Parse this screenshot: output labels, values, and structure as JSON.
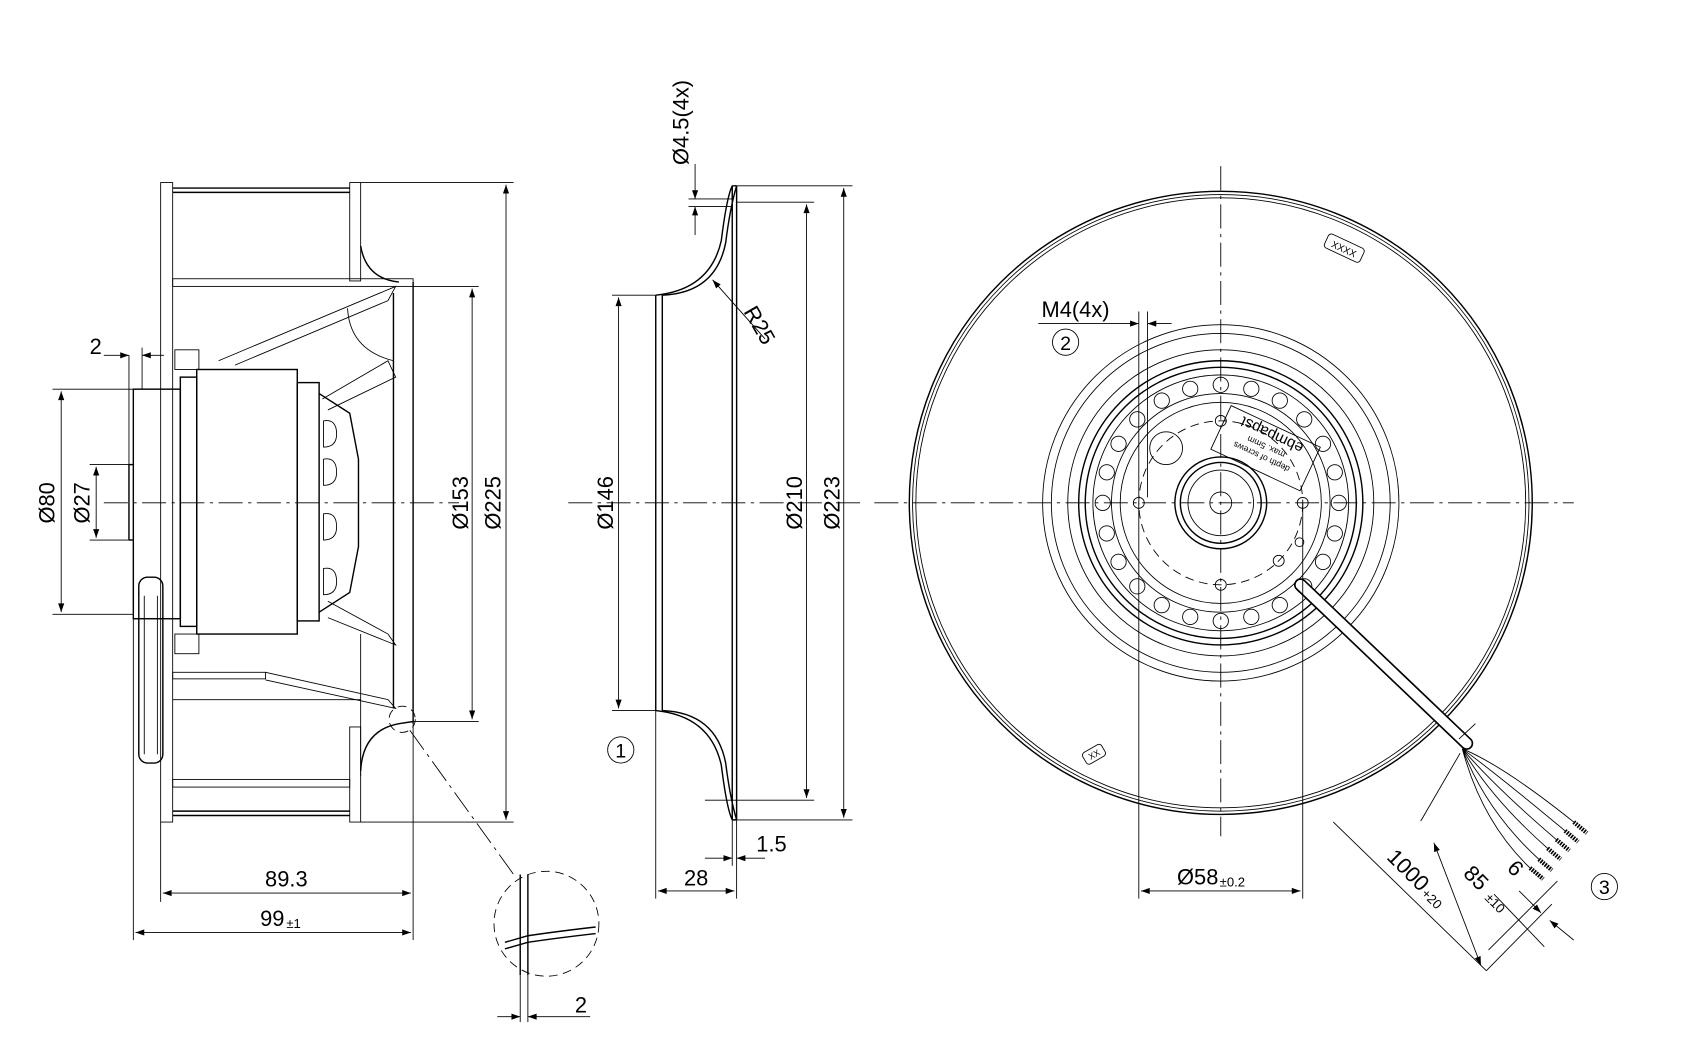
{
  "side_view": {
    "dim_2_flange": "2",
    "dim_d80": "Ø80",
    "dim_d27": "Ø27",
    "dim_d153": "Ø153",
    "dim_d225": "Ø225",
    "dim_89_3": "89.3",
    "dim_99": "99",
    "dim_99_tol": "±1",
    "detail_dim_2": "2"
  },
  "inlet_ring_view": {
    "dim_hole": "Ø4.5(4x)",
    "dim_r25": "R25",
    "dim_d146": "Ø146",
    "dim_d210": "Ø210",
    "dim_d223": "Ø223",
    "dim_1_5": "1.5",
    "dim_28": "28",
    "callout_1": "1"
  },
  "front_view": {
    "thread_label": "M4(4x)",
    "callout_2": "2",
    "dim_d58": "Ø58",
    "dim_d58_tol": "±0.2",
    "cable_length": "1000",
    "cable_length_tol": "+20",
    "strip_length": "85",
    "strip_length_tol": "±10",
    "wire_strip": "6",
    "callout_3": "3",
    "label_xxxx": "XXXX",
    "label_xx": "XX",
    "brand": "ebmpapst",
    "note_line1": "depth of screws",
    "note_line2": "max. 5mm"
  }
}
